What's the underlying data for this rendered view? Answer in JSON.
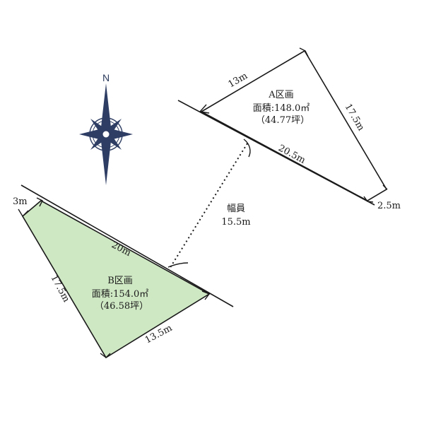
{
  "colors": {
    "line": "#1a1a1a",
    "lot_b_fill": "#cfe8c4",
    "compass": "#2e3d63"
  },
  "compass": {
    "north_label": "N"
  },
  "lot_a": {
    "name": "A区画",
    "area": "面積:148.0㎡",
    "tsubo": "（44.77坪）",
    "side_top": "13m",
    "side_right": "17.5m",
    "side_bottom": "20.5m",
    "corner_cut": "2.5m"
  },
  "lot_b": {
    "name": "B区画",
    "area": "面積:154.0㎡",
    "tsubo": "（46.58坪）",
    "side_top": "20m",
    "side_left": "17.5m",
    "side_bottom": "13.5m",
    "corner_cut": "3m"
  },
  "road": {
    "label": "幅員",
    "width": "15.5m"
  }
}
